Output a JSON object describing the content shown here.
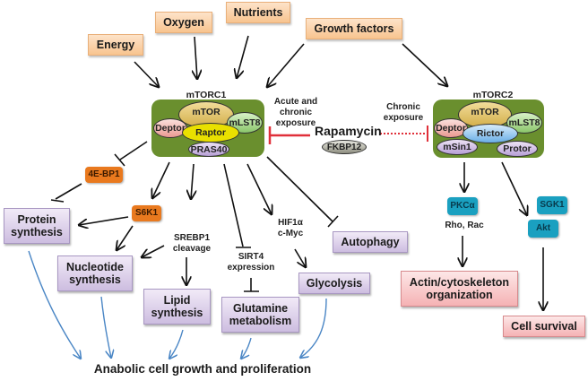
{
  "title": "mTOR signaling pathway",
  "inputs": {
    "energy": "Energy",
    "oxygen": "Oxygen",
    "nutrients": "Nutrients",
    "growth_factors": "Growth factors"
  },
  "mtorc1": {
    "title": "mTORC1",
    "components": {
      "mtor": "mTOR",
      "deptor": "Deptor",
      "mlst8": "mLST8",
      "raptor": "Raptor",
      "pras40": "PRAS40"
    }
  },
  "mtorc2": {
    "title": "mTORC2",
    "components": {
      "mtor": "mTOR",
      "deptor": "Deptor",
      "mlst8": "mLST8",
      "rictor": "Rictor",
      "msin1": "mSin1",
      "protor": "Protor"
    }
  },
  "drug": {
    "name": "Rapamycin",
    "binding_partner": "FKBP12",
    "acute_label_line1": "Acute and",
    "acute_label_line2": "chronic",
    "acute_label_line3": "exposure",
    "chronic_label_line1": "Chronic",
    "chronic_label_line2": "exposure"
  },
  "mtorc1_effectors": {
    "4ebp1": "4E-BP1",
    "s6k1": "S6K1",
    "srebp1_line1": "SREBP1",
    "srebp1_line2": "cleavage",
    "sirt4_line1": "SIRT4",
    "sirt4_line2": "expression",
    "hif1a": "HIF1α",
    "cmyc": "c-Myc"
  },
  "mtorc1_outputs": {
    "protein_line1": "Protein",
    "protein_line2": "synthesis",
    "nucleotide_line1": "Nucleotide",
    "nucleotide_line2": "synthesis",
    "lipid_line1": "Lipid",
    "lipid_line2": "synthesis",
    "glutamine_line1": "Glutamine",
    "glutamine_line2": "metabolism",
    "glycolysis": "Glycolysis",
    "autophagy": "Autophagy"
  },
  "mtorc2_effectors": {
    "pkca": "PKCα",
    "rho_rac": "Rho, Rac",
    "sgk1": "SGK1",
    "akt": "Akt"
  },
  "mtorc2_outputs": {
    "actin_line1": "Actin/cytoskeleton",
    "actin_line2": "organization",
    "cell_survival": "Cell survival"
  },
  "final_output": "Anabolic cell growth and proliferation",
  "colors": {
    "activation_arrow": "#111111",
    "inhibition_red": "#e0303a",
    "metabolic_arrow": "#4a86c5",
    "complex_green": "#6a8f2e",
    "input_orange": "#f8c48f",
    "effector_orange": "#e9791e",
    "effector_teal": "#1aa0c0",
    "output_purple": "#cdbde0",
    "output_pink": "#f5b2b4"
  }
}
